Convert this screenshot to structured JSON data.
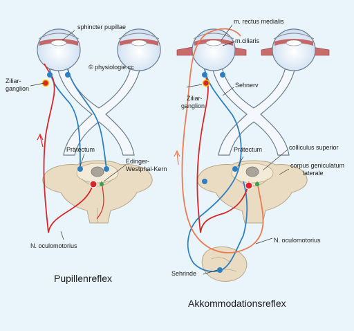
{
  "watermark": "© physiologie.cc",
  "left_panel": {
    "title": "Pupillenreflex",
    "labels": {
      "sphincter": "sphincter pupillae",
      "ziliar_1": "Ziliar-",
      "ziliar_2": "ganglion",
      "praetectum": "Prätectum",
      "ew_1": "Edinger-",
      "ew_2": "Westphal-Kern",
      "oculomotorius": "N. oculomotorius"
    }
  },
  "right_panel": {
    "title": "Akkommodationsreflex",
    "labels": {
      "rectus": "m. rectus medialis",
      "ciliaris": "m.ciliaris",
      "sehnerv": "Sehnerv",
      "ziliar_1": "Ziliar-",
      "ziliar_2": "ganglion",
      "praetectum": "Prätectum",
      "colliculus": "colliculus superior",
      "cgl_1": "corpus geniculatum",
      "cgl_2": "laterale",
      "oculomotorius": "N. oculomotorius",
      "sehrinde": "Sehrinde"
    }
  },
  "colors": {
    "background": "#e9f4fb",
    "eye": "#dbe8f6",
    "nerve": "#f4f8fc",
    "brainstem": "#eadcc2",
    "blue_path": "#2e7fc2",
    "red_path": "#d8262a",
    "orange_path": "#ee7a52"
  }
}
